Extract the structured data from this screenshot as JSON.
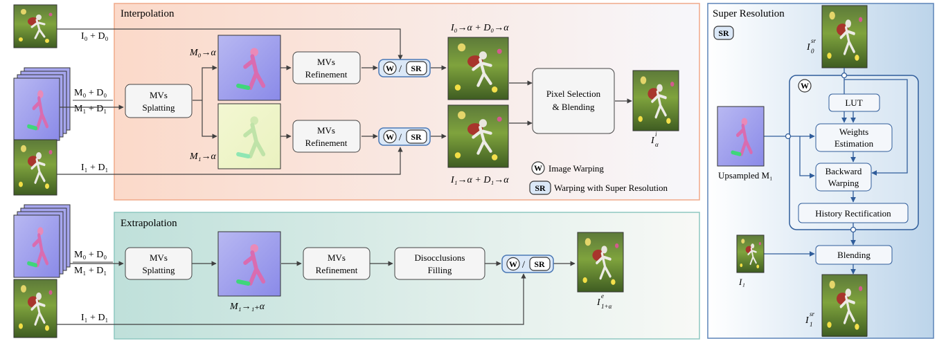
{
  "panels": {
    "interpolation": "Interpolation",
    "extrapolation": "Extrapolation",
    "super_resolution": "Super Resolution"
  },
  "boxes": {
    "mvs_splatting_line1": "MVs",
    "mvs_splatting_line2": "Splatting",
    "mvs_refinement_line1": "MVs",
    "mvs_refinement_line2": "Refinement",
    "pixel_selection_line1": "Pixel Selection",
    "pixel_selection_line2": "& Blending",
    "disocclusions_line1": "Disocclusions",
    "disocclusions_line2": "Filling",
    "lut": "LUT",
    "weights_line1": "Weights",
    "weights_line2": "Estimation",
    "backward_line1": "Backward",
    "backward_line2": "Warping",
    "history": "History Rectification",
    "blending": "Blending"
  },
  "badges": {
    "w": "W",
    "sr": "SR",
    "slash": "/"
  },
  "legend": {
    "image_warping": "Image Warping",
    "warping_sr": "Warping with Super Resolution"
  },
  "inputs": {
    "i0_d0": "I₀ + D₀",
    "m0_d0": "M₀ + D₀",
    "m1_d1": "M₁ + D₁",
    "i1_d1": "I₁ + D₁"
  },
  "math": {
    "m_0_alpha": "M₀→α",
    "m_1_alpha": "M₁→α",
    "iw_0_alpha_top": "I",
    "iw_0_alpha": "I₀→α + D₀→α",
    "iw_1_alpha": "I₁→α + D₁→α",
    "i_alpha": "I",
    "m_1_1alpha": "M₁→₁₊α",
    "i_1alpha": "I",
    "i0_sr": "I",
    "i1_sr": "I",
    "upsampled": "Upsampled M₁",
    "i1": "I₁"
  },
  "colors": {
    "arrow": "#404040",
    "sr_arrow": "#2f5c9a",
    "badge_fill": "#dbe8f7",
    "badge_stroke": "#4a78b5",
    "interp_border": "#f0a989",
    "extrap_border": "#8ec7c0",
    "sr_border": "#5c84b8"
  }
}
